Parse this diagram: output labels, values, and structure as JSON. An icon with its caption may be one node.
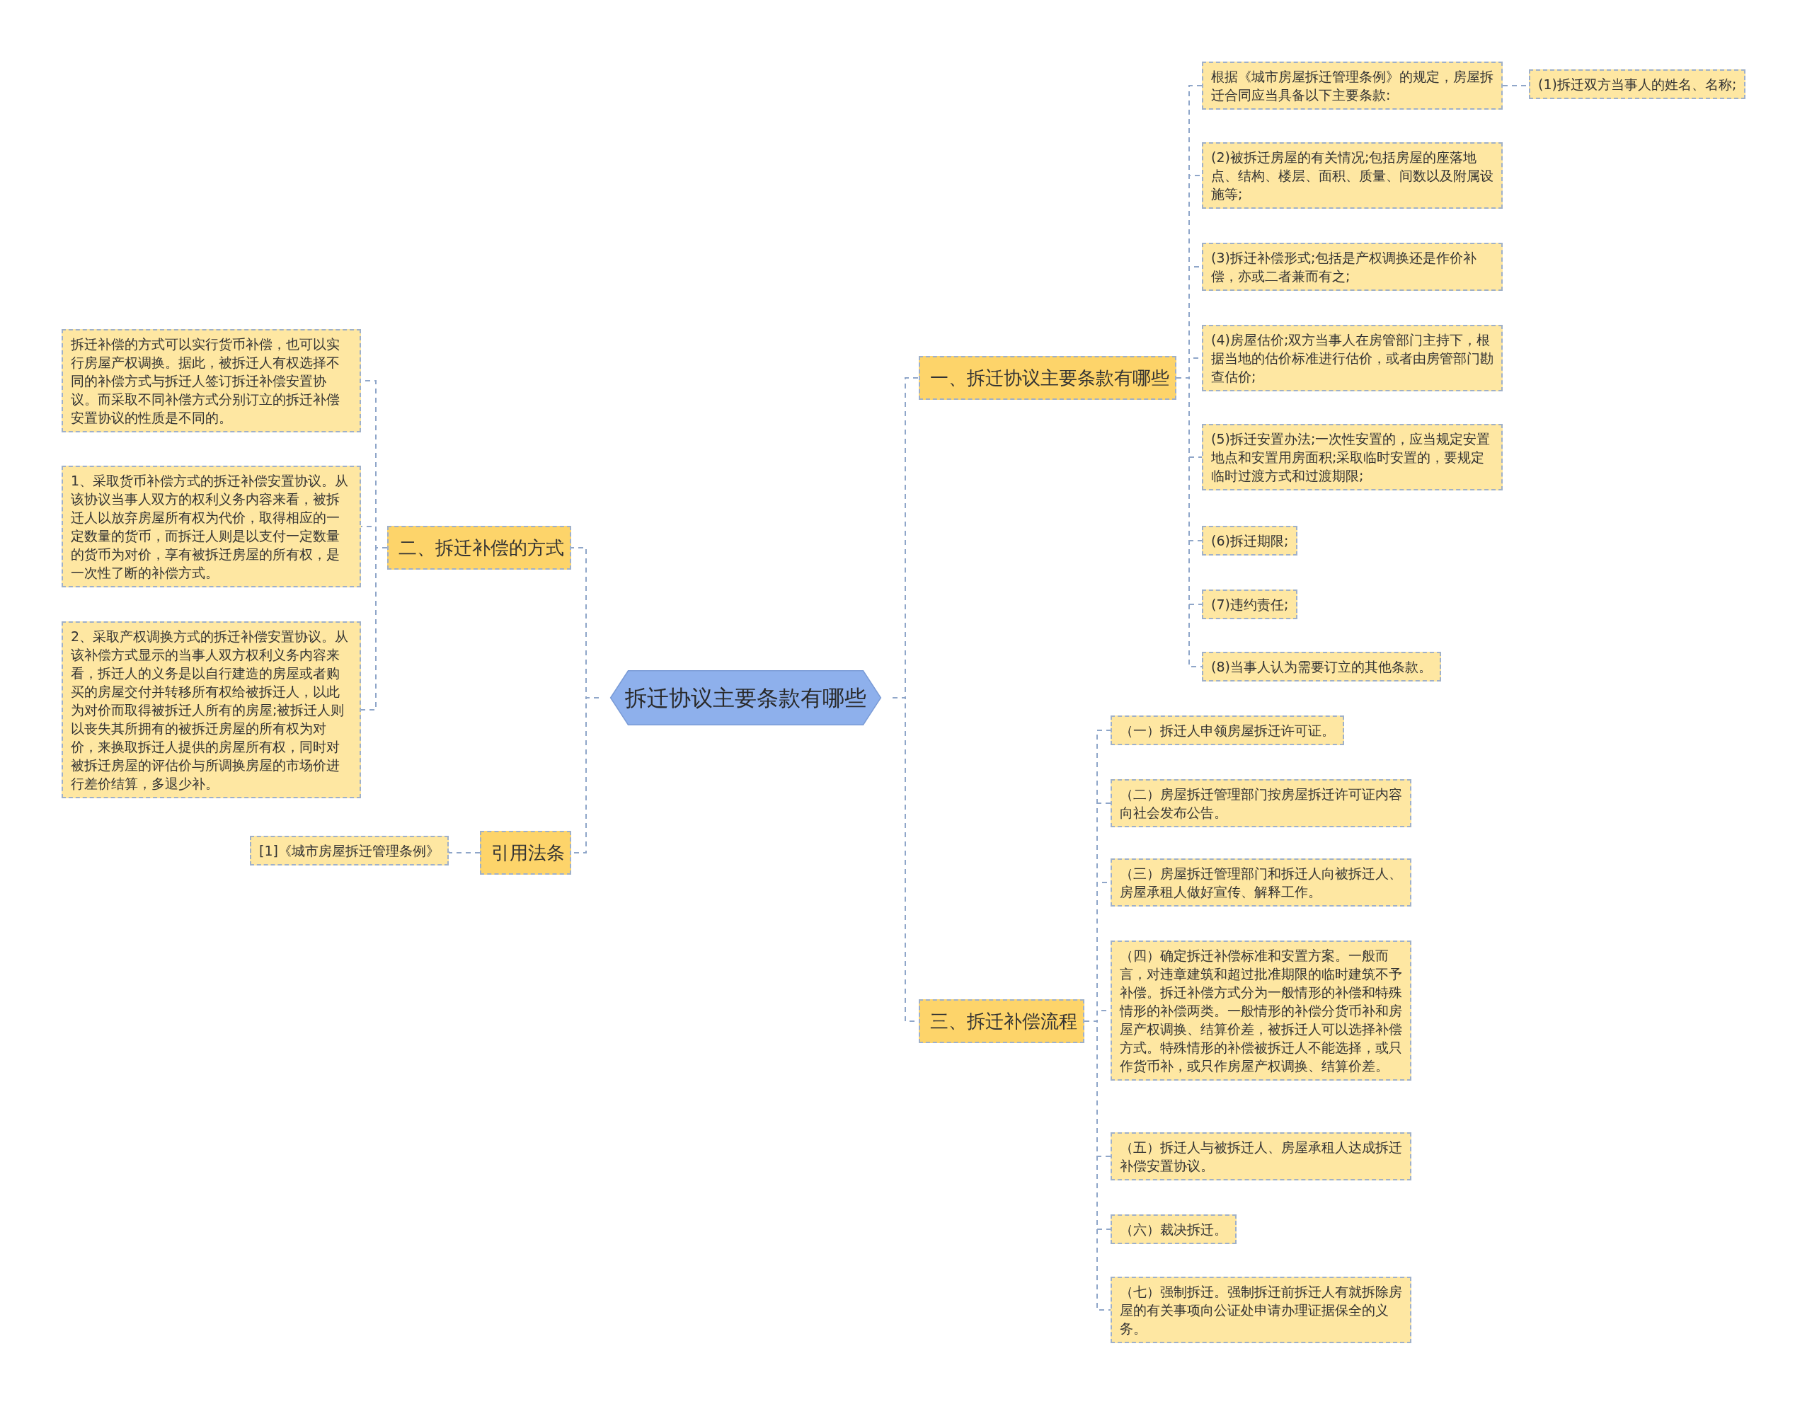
{
  "diagram": {
    "nodes": [
      {
        "text": [
          "拆迁协议主要条款有哪些"
        ]
      },
      {
        "text": [
          "一、拆迁协议主要条款有哪些"
        ]
      },
      {
        "text": [
          "根据《城市房屋拆迁管理条例》的规定，房屋拆迁合同应当具备以下主要条款:"
        ]
      },
      {
        "text": [
          "(1)拆迁双方当事人的姓名、名称;"
        ]
      },
      {
        "text": [
          "(2)被拆迁房屋的有关情况;包括房屋的座落地点、结构、楼层、面积、质量、间数以及附属设施等;"
        ]
      },
      {
        "text": [
          "(3)拆迁补偿形式;包括是产权调换还是作价补偿，亦或二者兼而有之;"
        ]
      },
      {
        "text": [
          "(4)房屋估价;双方当事人在房管部门主持下，根据当地的估价标准进行估价，或者由房管部门勘查估价;"
        ]
      },
      {
        "text": [
          "(5)拆迁安置办法;一次性安置的，应当规定安置地点和安置用房面积;采取临时安置的，要规定临时过渡方式和过渡期限;"
        ]
      },
      {
        "text": [
          "(6)拆迁期限;"
        ]
      },
      {
        "text": [
          "(7)违约责任;"
        ]
      },
      {
        "text": [
          "(8)当事人认为需要订立的其他条款。"
        ]
      },
      {
        "text": [
          "二、拆迁补偿的方式"
        ]
      },
      {
        "text": [
          "拆迁补偿的方式可以实行货币补偿，也可以实行房屋产权调换。据此，被拆迁人有权选择不同的补偿方式与拆迁人签订拆迁补偿安置协议。而采取不同补偿方式分别订立的拆迁补偿安置协议的性质是不同的。"
        ]
      },
      {
        "text": [
          "1、采取货币补偿方式的拆迁补偿安置协议。从该协议当事人双方的权利义务内容来看，被拆迁人以放弃房屋所有权为代价，取得相应的一定数量的货币，而拆迁人则是以支付一定数量的货币为对价，享有被拆迁房屋的所有权，是一次性了断的补偿方式。"
        ]
      },
      {
        "text": [
          "2、采取产权调换方式的拆迁补偿安置协议。从该补偿方式显示的当事人双方权利义务内容来看，拆迁人的义务是以自行建造的房屋或者购买的房屋交付并转移所有权给被拆迁人，以此为对价而取得被拆迁人所有的房屋;被拆迁人则以丧失其所拥有的被拆迁房屋的所有权为对价，来换取拆迁人提供的房屋所有权，同时对被拆迁房屋的评估价与所调换房屋的市场价进行差价结算，多退少补。"
        ]
      },
      {
        "text": [
          "引用法条"
        ]
      },
      {
        "text": [
          "[1]《城市房屋拆迁管理条例》"
        ]
      },
      {
        "text": [
          "三、拆迁补偿流程"
        ]
      },
      {
        "text": [
          "（一）拆迁人申领房屋拆迁许可证。"
        ]
      },
      {
        "text": [
          "（二）房屋拆迁管理部门按房屋拆迁许可证内容向社会发布公告。"
        ]
      },
      {
        "text": [
          "（三）房屋拆迁管理部门和拆迁人向被拆迁人、房屋承租人做好宣传、解释工作。"
        ]
      },
      {
        "text": [
          "（四）确定拆迁补偿标准和安置方案。一般而言，对违章建筑和超过批准期限的临时建筑不予补偿。拆迁补偿方式分为一般情形的补偿和特殊情形的补偿两类。一般情形的补偿分货币补和房屋产权调换、结算价差，被拆迁人可以选择补偿方式。特殊情形的补偿被拆迁人不能选择，或只作货币补，或只作房屋产权调换、结算价差。"
        ]
      },
      {
        "text": [
          "（五）拆迁人与被拆迁人、房屋承租人达成拆迁补偿安置协议。"
        ]
      },
      {
        "text": [
          "（六）裁决拆迁。"
        ]
      },
      {
        "text": [
          "（七）强制拆迁。强制拆迁前拆迁人有就拆除房屋的有关事项向公证处申请办理证据保全的义务。"
        ]
      }
    ],
    "edges": [
      {
        "from": 0,
        "to": 1,
        "arrow": "none",
        "style": "dashed"
      },
      {
        "from": 1,
        "to": 2,
        "arrow": "none",
        "style": "dashed"
      },
      {
        "from": 2,
        "to": 3,
        "arrow": "none",
        "style": "dashed"
      },
      {
        "from": 1,
        "to": 4,
        "arrow": "none",
        "style": "dashed"
      },
      {
        "from": 1,
        "to": 5,
        "arrow": "none",
        "style": "dashed"
      },
      {
        "from": 1,
        "to": 6,
        "arrow": "none",
        "style": "dashed"
      },
      {
        "from": 1,
        "to": 7,
        "arrow": "none",
        "style": "dashed"
      },
      {
        "from": 1,
        "to": 8,
        "arrow": "none",
        "style": "dashed"
      },
      {
        "from": 1,
        "to": 9,
        "arrow": "none",
        "style": "dashed"
      },
      {
        "from": 1,
        "to": 10,
        "arrow": "none",
        "style": "dashed"
      },
      {
        "from": 0,
        "to": 11,
        "arrow": "none",
        "style": "dashed"
      },
      {
        "from": 11,
        "to": 12,
        "arrow": "none",
        "style": "dashed"
      },
      {
        "from": 11,
        "to": 13,
        "arrow": "none",
        "style": "dashed"
      },
      {
        "from": 11,
        "to": 14,
        "arrow": "none",
        "style": "dashed"
      },
      {
        "from": 0,
        "to": 15,
        "arrow": "none",
        "style": "dashed"
      },
      {
        "from": 15,
        "to": 16,
        "arrow": "none",
        "style": "dashed"
      },
      {
        "from": 0,
        "to": 17,
        "arrow": "none",
        "style": "dashed"
      },
      {
        "from": 17,
        "to": 18,
        "arrow": "none",
        "style": "dashed"
      },
      {
        "from": 17,
        "to": 19,
        "arrow": "none",
        "style": "dashed"
      },
      {
        "from": 17,
        "to": 20,
        "arrow": "none",
        "style": "dashed"
      },
      {
        "from": 17,
        "to": 21,
        "arrow": "none",
        "style": "dashed"
      },
      {
        "from": 17,
        "to": 22,
        "arrow": "none",
        "style": "dashed"
      },
      {
        "from": 17,
        "to": 23,
        "arrow": "none",
        "style": "dashed"
      },
      {
        "from": 17,
        "to": 24,
        "arrow": "none",
        "style": "dashed"
      }
    ]
  }
}
